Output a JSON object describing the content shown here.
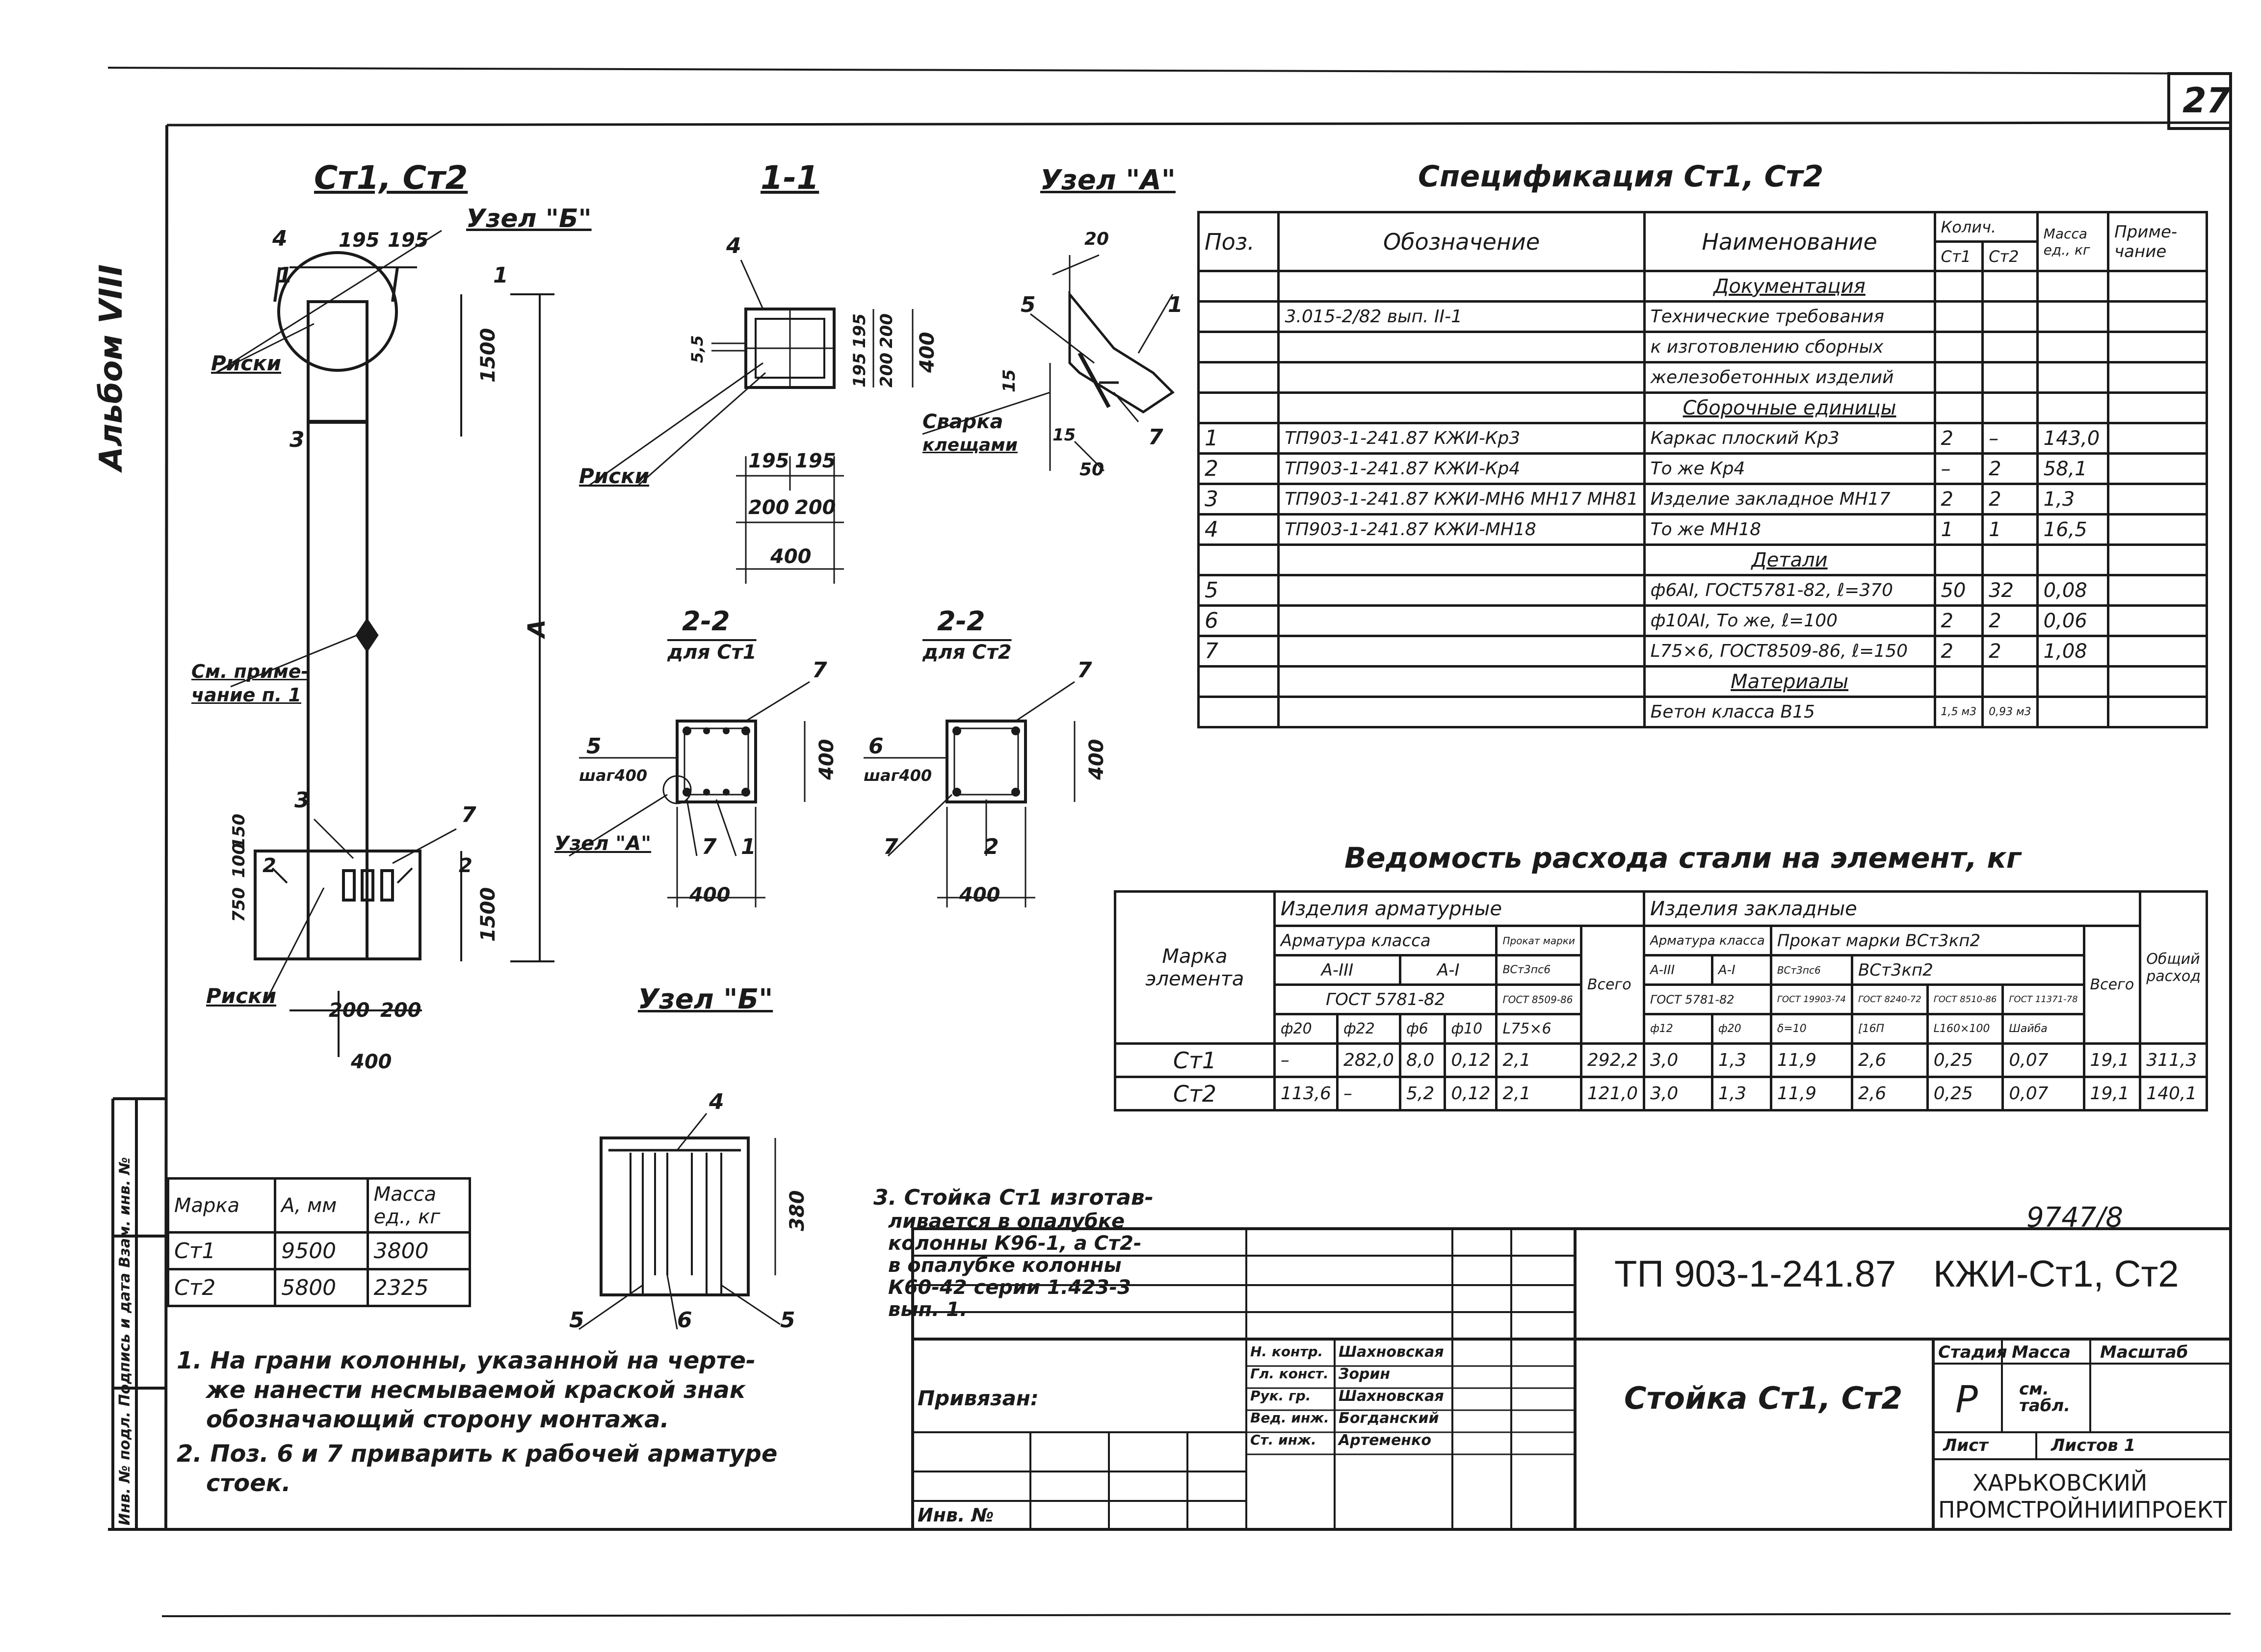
{
  "sheet": {
    "page_number": "27",
    "album_label": "Альбом VIII",
    "left_strip_label": "Инв. № подл. Подпись и дата Взам. инв. №"
  },
  "views": {
    "elevation_title": "Ст1, Ст2",
    "section_11_title": "1-1",
    "node_a_title": "Узел \"А\"",
    "node_b_title": "Узел \"Б\"",
    "section_22_title": "2-2",
    "section_22_st1_sub": "для Ст1",
    "section_22_st2_sub": "для Ст2",
    "node_b_ref": "Узел \"Б\"",
    "node_a_ref": "Узел \"А\"",
    "label_riski": "Риски",
    "label_see_note": "См. приме-",
    "label_see_note2": "чание п. 1",
    "label_svarka": "Сварка",
    "label_kleshchami": "клещами",
    "label_shag": "шаг400",
    "dim_195": "195",
    "dim_200": "200",
    "dim_400": "400",
    "dim_1500": "1500",
    "dim_A": "А",
    "dim_380": "380",
    "dim_20": "20",
    "dim_15": "15",
    "dim_50": "50",
    "dim_55": "5,5",
    "dim_750": "750",
    "dim_100": "100",
    "dim_150": "150",
    "pos_1": "1",
    "pos_2": "2",
    "pos_3": "3",
    "pos_4": "4",
    "pos_5": "5",
    "pos_6": "6",
    "pos_7": "7"
  },
  "spec": {
    "title": "Спецификация Ст1, Ст2",
    "headers": {
      "pos": "Поз.",
      "designation": "Обозначение",
      "name": "Наименование",
      "qty": "Колич.",
      "st1": "Ст1",
      "st2": "Ст2",
      "mass": "Масса ед., кг",
      "note": "Приме- чание"
    },
    "rows": [
      {
        "pos": "",
        "des": "",
        "name": "Документация",
        "q1": "",
        "q2": "",
        "m": "",
        "n": "",
        "section": true
      },
      {
        "pos": "",
        "des": "3.015-2/82 вып. II-1",
        "name": "Технические требования",
        "q1": "",
        "q2": "",
        "m": "",
        "n": ""
      },
      {
        "pos": "",
        "des": "",
        "name": "к изготовлению сборных",
        "q1": "",
        "q2": "",
        "m": "",
        "n": ""
      },
      {
        "pos": "",
        "des": "",
        "name": "железобетонных изделий",
        "q1": "",
        "q2": "",
        "m": "",
        "n": ""
      },
      {
        "pos": "",
        "des": "",
        "name": "Сборочные единицы",
        "q1": "",
        "q2": "",
        "m": "",
        "n": "",
        "section": true
      },
      {
        "pos": "1",
        "des": "ТП903-1-241.87 КЖИ-Кр3",
        "name": "Каркас плоский Кр3",
        "q1": "2",
        "q2": "–",
        "m": "143,0",
        "n": ""
      },
      {
        "pos": "2",
        "des": "ТП903-1-241.87 КЖИ-Кр4",
        "name": "То же Кр4",
        "q1": "–",
        "q2": "2",
        "m": "58,1",
        "n": ""
      },
      {
        "pos": "3",
        "des": "ТП903-1-241.87 КЖИ-МН6 МН17 МН81",
        "name": "Изделие закладное МН17",
        "q1": "2",
        "q2": "2",
        "m": "1,3",
        "n": ""
      },
      {
        "pos": "4",
        "des": "ТП903-1-241.87 КЖИ-МН18",
        "name": "То же МН18",
        "q1": "1",
        "q2": "1",
        "m": "16,5",
        "n": ""
      },
      {
        "pos": "",
        "des": "",
        "name": "Детали",
        "q1": "",
        "q2": "",
        "m": "",
        "n": "",
        "section": true
      },
      {
        "pos": "5",
        "des": "",
        "name": "ф6АI, ГОСТ5781-82, ℓ=370",
        "q1": "50",
        "q2": "32",
        "m": "0,08",
        "n": ""
      },
      {
        "pos": "6",
        "des": "",
        "name": "ф10АI, То же, ℓ=100",
        "q1": "2",
        "q2": "2",
        "m": "0,06",
        "n": ""
      },
      {
        "pos": "7",
        "des": "",
        "name": "L75×6, ГОСТ8509-86, ℓ=150",
        "q1": "2",
        "q2": "2",
        "m": "1,08",
        "n": ""
      },
      {
        "pos": "",
        "des": "",
        "name": "Материалы",
        "q1": "",
        "q2": "",
        "m": "",
        "n": "",
        "section": true
      },
      {
        "pos": "",
        "des": "",
        "name": "Бетон класса В15",
        "q1": "1,5 м3",
        "q2": "0,93 м3",
        "m": "",
        "n": ""
      }
    ]
  },
  "steel": {
    "title": "Ведомость расхода стали на элемент, кг",
    "h_mark": "Марка элемента",
    "h_arm": "Изделия арматурные",
    "h_zakl": "Изделия закладные",
    "h_arm_class": "Арматура класса",
    "h_prokat": "Прокат марки",
    "h_prokat2": "ВСт3кп2",
    "h_prokat_mark": "Прокат марки ВСт3кп2",
    "h_total": "Всего",
    "h_general": "Общий расход",
    "h_AIII": "А-III",
    "h_AI": "А-I",
    "h_gost5781": "ГОСТ 5781-82",
    "h_gost8509": "ГОСТ 8509-86",
    "h_z_AIII": "А-III",
    "h_z_AI": "А-I",
    "h_z_gost": "ГОСТ 5781-82",
    "h_z_gost2": "ГОСТ 19903-74",
    "h_z_gost3": "ГОСТ 8240-72",
    "h_z_gost4": "ГОСТ 8510-86",
    "h_z_gost5": "ГОСТ 11371-78",
    "h_vst3": "ВСт3пс6",
    "h_d": [
      "ф20",
      "ф22",
      "ф6",
      "ф10",
      "L75×6"
    ],
    "h_zd": [
      "ф12",
      "ф20",
      "δ=10",
      "[16П",
      "L160×100",
      "Шайба"
    ],
    "rows": [
      {
        "mark": "Ст1",
        "v": [
          "–",
          "282,0",
          "8,0",
          "0,12",
          "2,1",
          "292,2",
          "3,0",
          "1,3",
          "11,9",
          "2,6",
          "0,25",
          "0,07",
          "19,1",
          "311,3"
        ]
      },
      {
        "mark": "Ст2",
        "v": [
          "113,6",
          "–",
          "5,2",
          "0,12",
          "2,1",
          "121,0",
          "3,0",
          "1,3",
          "11,9",
          "2,6",
          "0,25",
          "0,07",
          "19,1",
          "140,1"
        ]
      }
    ]
  },
  "marks": {
    "headers": [
      "Марка",
      "А, мм",
      "Масса ед., кг"
    ],
    "rows": [
      [
        "Ст1",
        "9500",
        "3800"
      ],
      [
        "Ст2",
        "5800",
        "2325"
      ]
    ]
  },
  "notes": {
    "n1a": "1. На грани колонны, указанной на черте-",
    "n1b": "же нанести несмываемой краской знак",
    "n1c": "обозначающий сторону монтажа.",
    "n2a": "2. Поз. 6 и 7 приварить к рабочей арматуре",
    "n2b": "стоек.",
    "n3a": "3. Стойка Ст1 изготав-",
    "n3b": "ливается в опалубке",
    "n3c": "колонны К96-1, а Ст2-",
    "n3d": "в опалубке колонны",
    "n3e": "К60-42 серии 1.423-3",
    "n3f": "вып. 1."
  },
  "title_block": {
    "doc_code": "ТП 903-1-241.87",
    "sheet_code": "КЖИ-Ст1, Ст2",
    "inv_number": "9747/8",
    "name": "Стойка Ст1, Ст2",
    "stage_label": "Стадия",
    "mass_label": "Масса",
    "scale_label": "Масштаб",
    "stage": "Р",
    "mass_value": "см. табл.",
    "sheet_label": "Лист",
    "sheets_label": "Листов 1",
    "org1": "ХАРЬКОВСКИЙ",
    "org2": "ПРОМСТРОЙНИИПРОЕКТ",
    "privyazan": "Привязан:",
    "inv_no": "Инв. №",
    "roles": [
      {
        "role": "Н. контр.",
        "name": "Шахновская"
      },
      {
        "role": "Гл. конст.",
        "name": "Зорин"
      },
      {
        "role": "Рук. гр.",
        "name": "Шахновская"
      },
      {
        "role": "Вед. инж.",
        "name": "Богданский"
      },
      {
        "role": "Ст. инж.",
        "name": "Артеменко"
      }
    ]
  }
}
